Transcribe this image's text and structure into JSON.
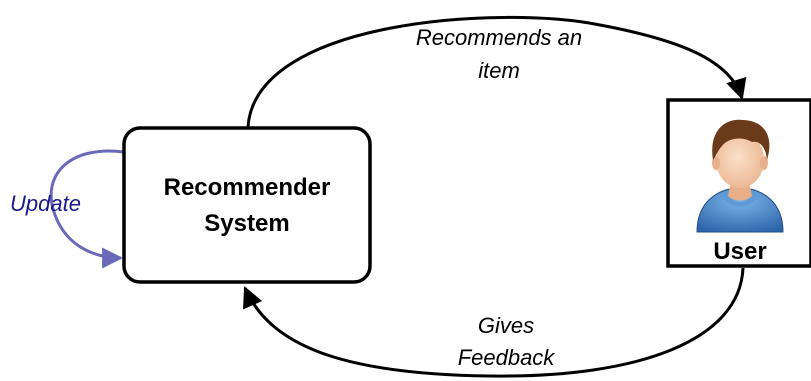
{
  "nodes": {
    "recommender": {
      "line1": "Recommender",
      "line2": "System"
    },
    "user": {
      "label": "User",
      "icon": "user-avatar-icon"
    }
  },
  "edges": {
    "recommends": {
      "line1": "Recommends an",
      "line2": "item"
    },
    "feedback": {
      "line1": "Gives",
      "line2": "Feedback"
    },
    "update": {
      "label": "Update"
    }
  },
  "colors": {
    "stroke": "#000000",
    "update_arrow": "#6a6ab8",
    "update_text": "#1a1a8c",
    "skin": "#f2c6a0",
    "hair": "#6b3a1a",
    "shirt": "#3a7fc4"
  }
}
